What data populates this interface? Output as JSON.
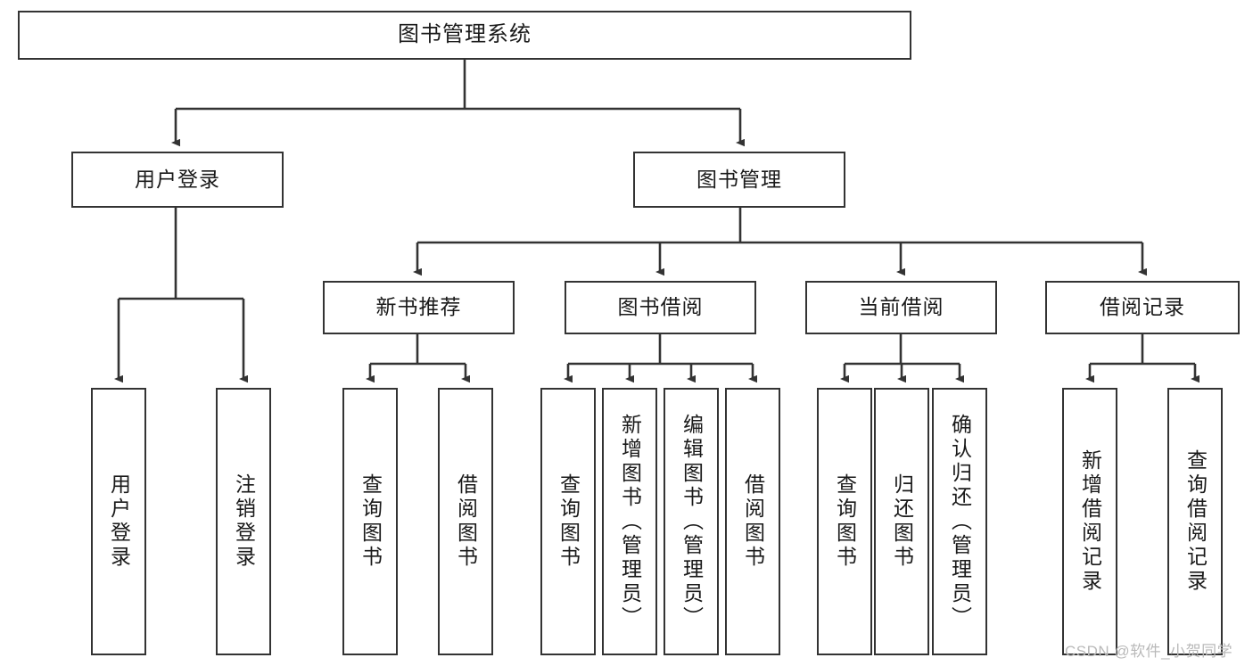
{
  "diagram": {
    "type": "tree-hierarchy",
    "title": "图书管理系统",
    "root": {
      "label": "图书管理系统"
    },
    "level1": [
      {
        "label": "用户登录"
      },
      {
        "label": "图书管理"
      }
    ],
    "level2": [
      {
        "label": "新书推荐"
      },
      {
        "label": "图书借阅"
      },
      {
        "label": "当前借阅"
      },
      {
        "label": "借阅记录"
      }
    ],
    "leaves": {
      "user_login": [
        {
          "label": "用户登录"
        },
        {
          "label": "注销登录"
        }
      ],
      "new_book_recommend": [
        {
          "label": "查询图书"
        },
        {
          "label": "借阅图书"
        }
      ],
      "book_borrow": [
        {
          "label": "查询图书"
        },
        {
          "label": "新增图书（管理员）"
        },
        {
          "label": "编辑图书（管理员）"
        },
        {
          "label": "借阅图书"
        }
      ],
      "current_borrow": [
        {
          "label": "查询图书"
        },
        {
          "label": "归还图书"
        },
        {
          "label": "确认归还（管理员）"
        }
      ],
      "borrow_record": [
        {
          "label": "新增借阅记录"
        },
        {
          "label": "查询借阅记录"
        }
      ]
    }
  },
  "watermark": {
    "text": "CSDN @软件_小贺同学"
  },
  "colors": {
    "border": "#333333",
    "text": "#1a1a1a",
    "background": "#ffffff",
    "watermark": "#b9b9b9"
  }
}
